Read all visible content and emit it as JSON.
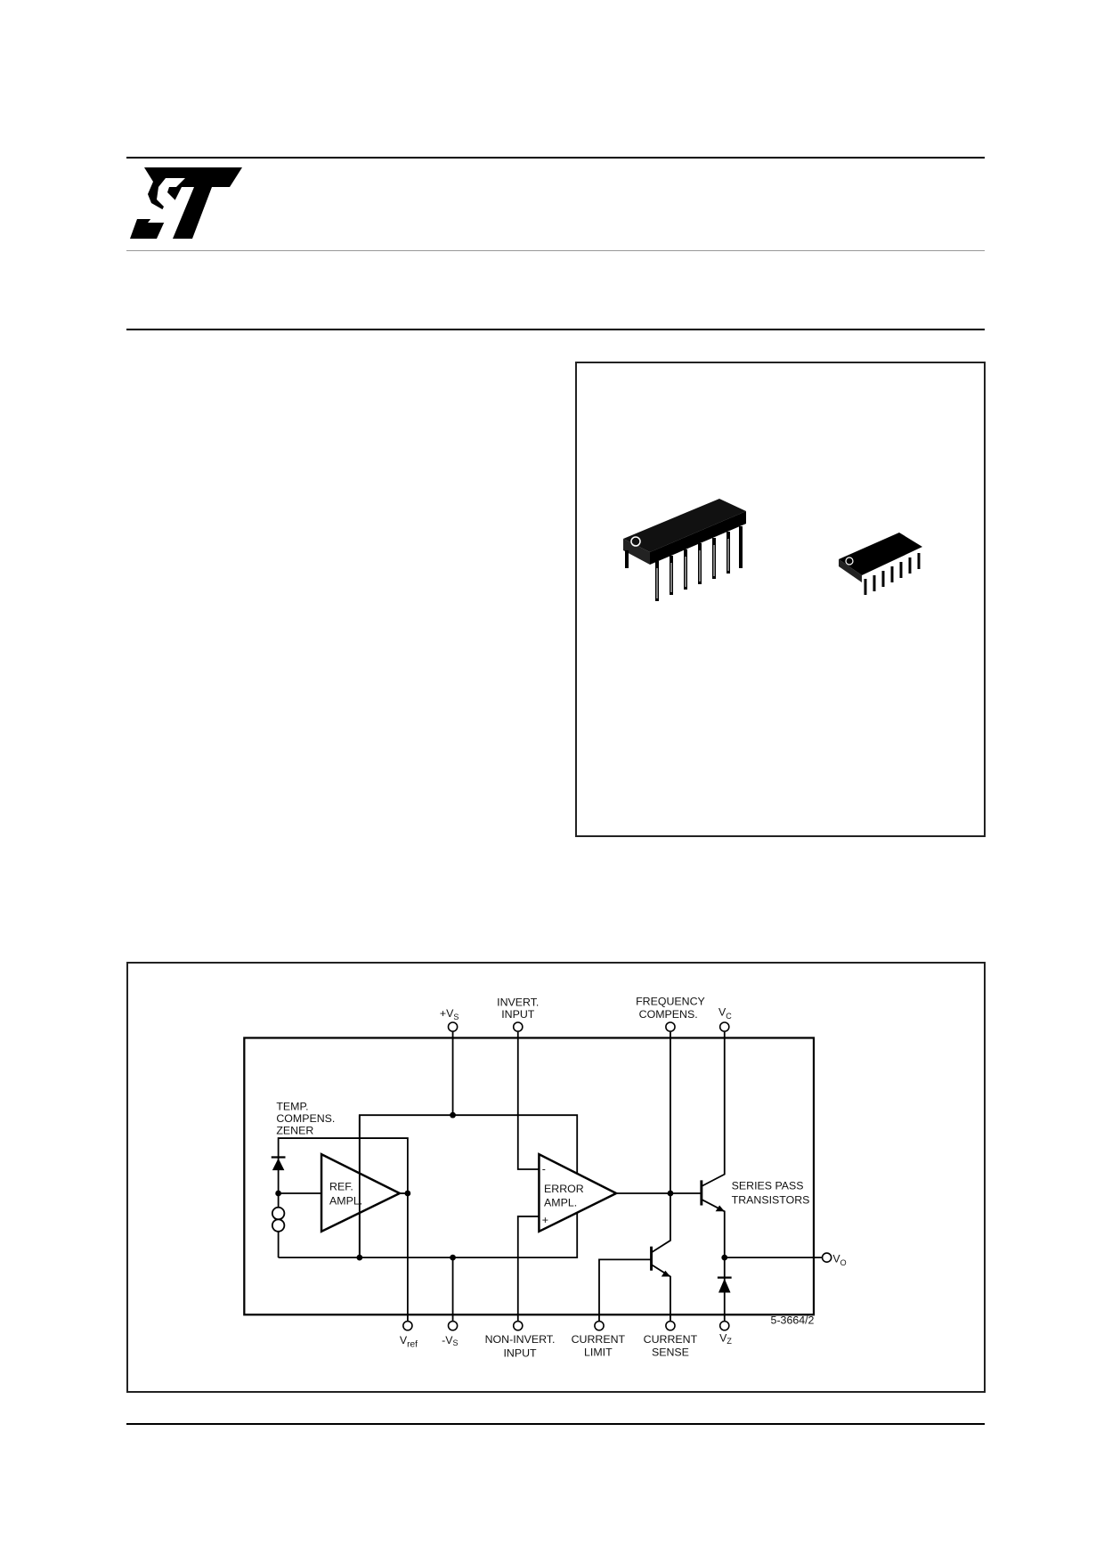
{
  "header": {
    "logo_text": "ST",
    "brand_color": "#000000"
  },
  "packages": {
    "dip_icon": "dip14-package-icon",
    "so_icon": "so14-package-icon"
  },
  "diagram": {
    "labels": {
      "temp_line1": "TEMP.",
      "temp_line2": "COMPENS.",
      "temp_line3": "ZENER",
      "plus_vs_main": "+V",
      "plus_vs_sub": "S",
      "invert_line1": "INVERT.",
      "invert_line2": "INPUT",
      "freq_line1": "FREQUENCY",
      "freq_line2": "COMPENS.",
      "vc_main": "V",
      "vc_sub": "C",
      "ref_line1": "REF.",
      "ref_line2": "AMPL.",
      "err_line1": "ERROR",
      "err_line2": "AMPL.",
      "minus_sign": "-",
      "plus_sign": "+",
      "series_line1": "SERIES PASS",
      "series_line2": "TRANSISTORS",
      "vo_main": "V",
      "vo_sub": "O",
      "vref_main": "V",
      "vref_sub": "ref",
      "minus_vs_main": "-V",
      "minus_vs_sub": "S",
      "noninv_line1": "NON-INVERT.",
      "noninv_line2": "INPUT",
      "climit_line1": "CURRENT",
      "climit_line2": "LIMIT",
      "csense_line1": "CURRENT",
      "csense_line2": "SENSE",
      "vz_main": "V",
      "vz_sub": "Z",
      "figure_code": "5-3664/2"
    }
  }
}
